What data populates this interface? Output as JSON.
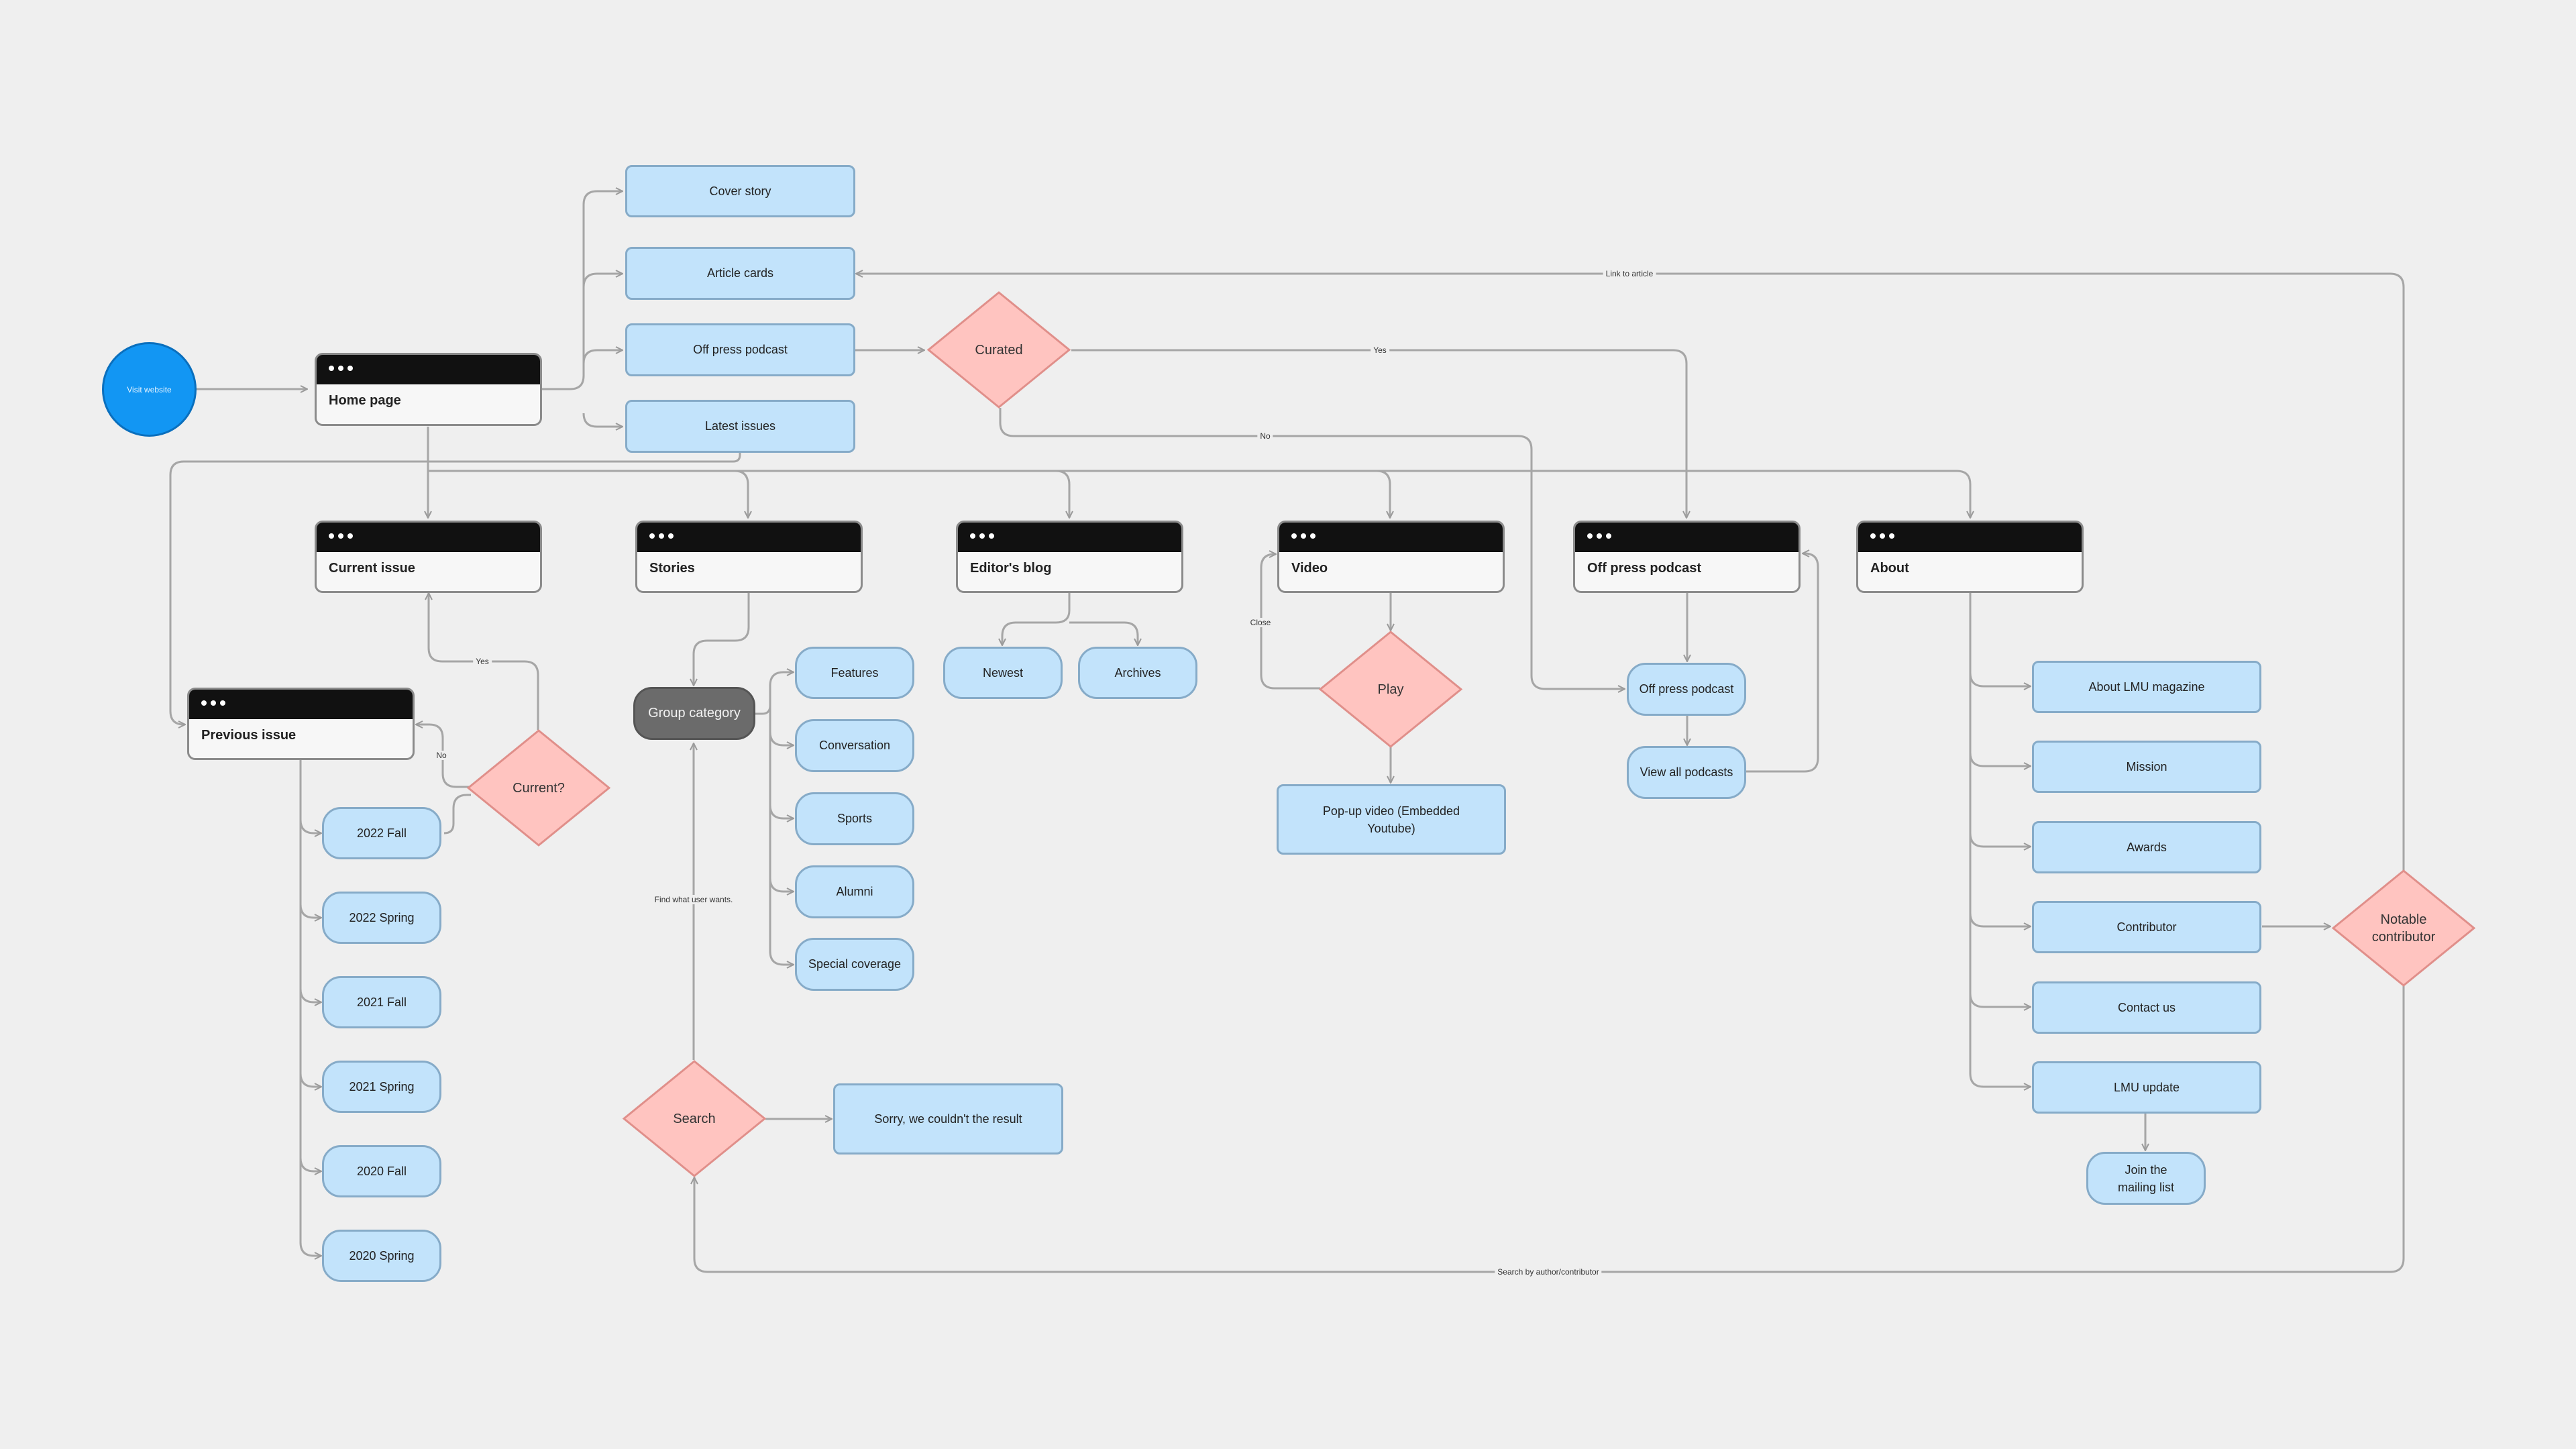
{
  "start": {
    "label": "Visit website"
  },
  "pages": {
    "home": "Home page",
    "current_issue": "Current issue",
    "stories": "Stories",
    "editors_blog": "Editor's blog",
    "video": "Video",
    "off_press_podcast": "Off press podcast",
    "about": "About",
    "previous_issue": "Previous issue"
  },
  "home_sections": {
    "cover_story": "Cover story",
    "article_cards": "Article cards",
    "off_press_podcast": "Off press podcast",
    "latest_issues": "Latest issues"
  },
  "decisions": {
    "curated": "Curated",
    "current": "Current?",
    "play": "Play",
    "search": "Search",
    "notable_contributor": "Notable contributor"
  },
  "group_category": "Group category",
  "story_categories": [
    "Features",
    "Conversation",
    "Sports",
    "Alumni",
    "Special coverage"
  ],
  "blog_items": [
    "Newest",
    "Archives"
  ],
  "popup_video": "Pop-up video (Embedded Youtube)",
  "podcast_items": [
    "Off press podcast",
    "View all podcasts"
  ],
  "issues": [
    "2022 Fall",
    "2022 Spring",
    "2021 Fall",
    "2021 Spring",
    "2020 Fall",
    "2020 Spring"
  ],
  "about_items": [
    "About LMU magazine",
    "Mission",
    "Awards",
    "Contributor",
    "Contact us",
    "LMU update"
  ],
  "mailing_list": "Join the mailing list",
  "search_fail": "Sorry, we couldn't the result",
  "edge_labels": {
    "link_to_article": "Link to article",
    "yes_curated": "Yes",
    "no_curated": "No",
    "yes_current": "Yes",
    "no_current": "No",
    "close": "Close",
    "find_what_user_wants": "Find what user wants.",
    "search_by_author": "Search by author/contributor"
  },
  "colors": {
    "background": "#efefef",
    "node_fill": "#c2e3fb",
    "node_border": "#86abc8",
    "decision_fill": "#ffc4c0",
    "decision_border": "#e08f8a",
    "start_fill": "#1296f3",
    "page_header": "#111111",
    "connector": "#a6a6a6"
  }
}
